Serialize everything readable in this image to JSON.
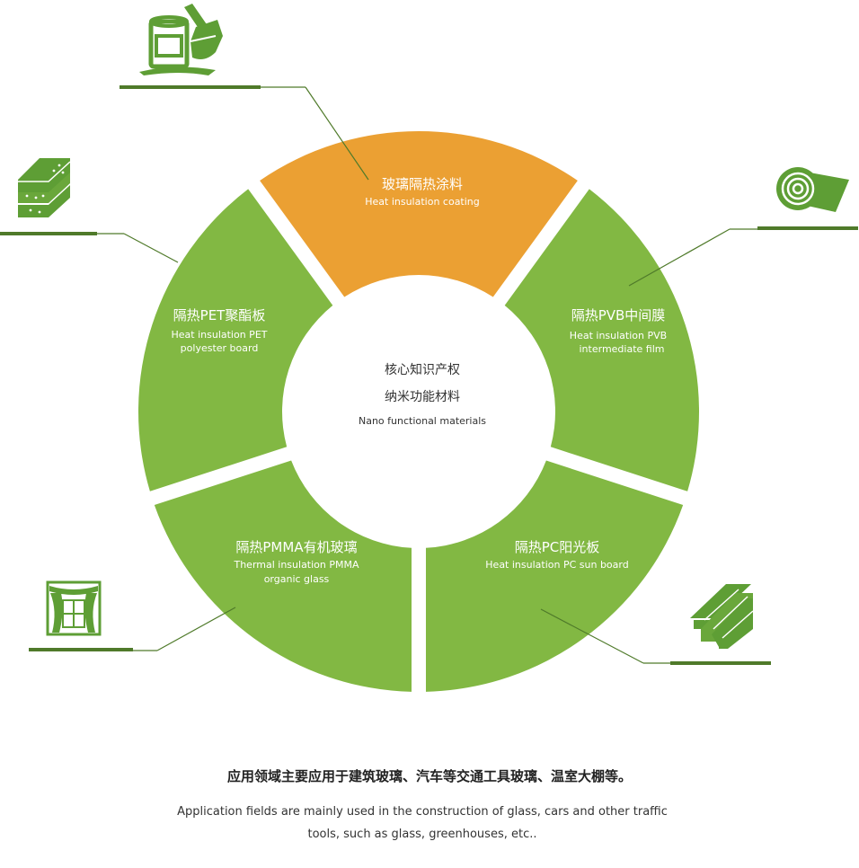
{
  "colors": {
    "green": "#82b843",
    "orange": "#eba033",
    "icon_green": "#5e9e35",
    "line": "#4f7a2a"
  },
  "center": {
    "line1": "核心知识产权",
    "line2": "纳米功能材料",
    "line3": "Nano functional materials"
  },
  "segments": [
    {
      "zh": "玻璃隔热涂料",
      "en": [
        "Heat insulation coating"
      ],
      "color": "orange",
      "icon": "paint-bucket-icon"
    },
    {
      "zh": "隔热PVB中间膜",
      "en": [
        "Heat insulation PVB",
        "intermediate film"
      ],
      "color": "green",
      "icon": "film-roll-icon"
    },
    {
      "zh": "隔热PC阳光板",
      "en": [
        "Heat insulation PC sun board"
      ],
      "color": "green",
      "icon": "sun-board-icon"
    },
    {
      "zh": "隔热PMMA有机玻璃",
      "en": [
        "Thermal insulation PMMA",
        "organic glass"
      ],
      "color": "green",
      "icon": "window-curtain-icon"
    },
    {
      "zh": "隔热PET聚酯板",
      "en": [
        "Heat insulation PET",
        "polyester board"
      ],
      "color": "green",
      "icon": "layered-board-icon"
    }
  ],
  "footer": {
    "zh": "应用领域主要应用于建筑玻璃、汽车等交通工具玻璃、温室大棚等。",
    "en": "Application fields are mainly used in the construction of glass, cars and other traffic tools, such as glass, greenhouses, etc.."
  }
}
